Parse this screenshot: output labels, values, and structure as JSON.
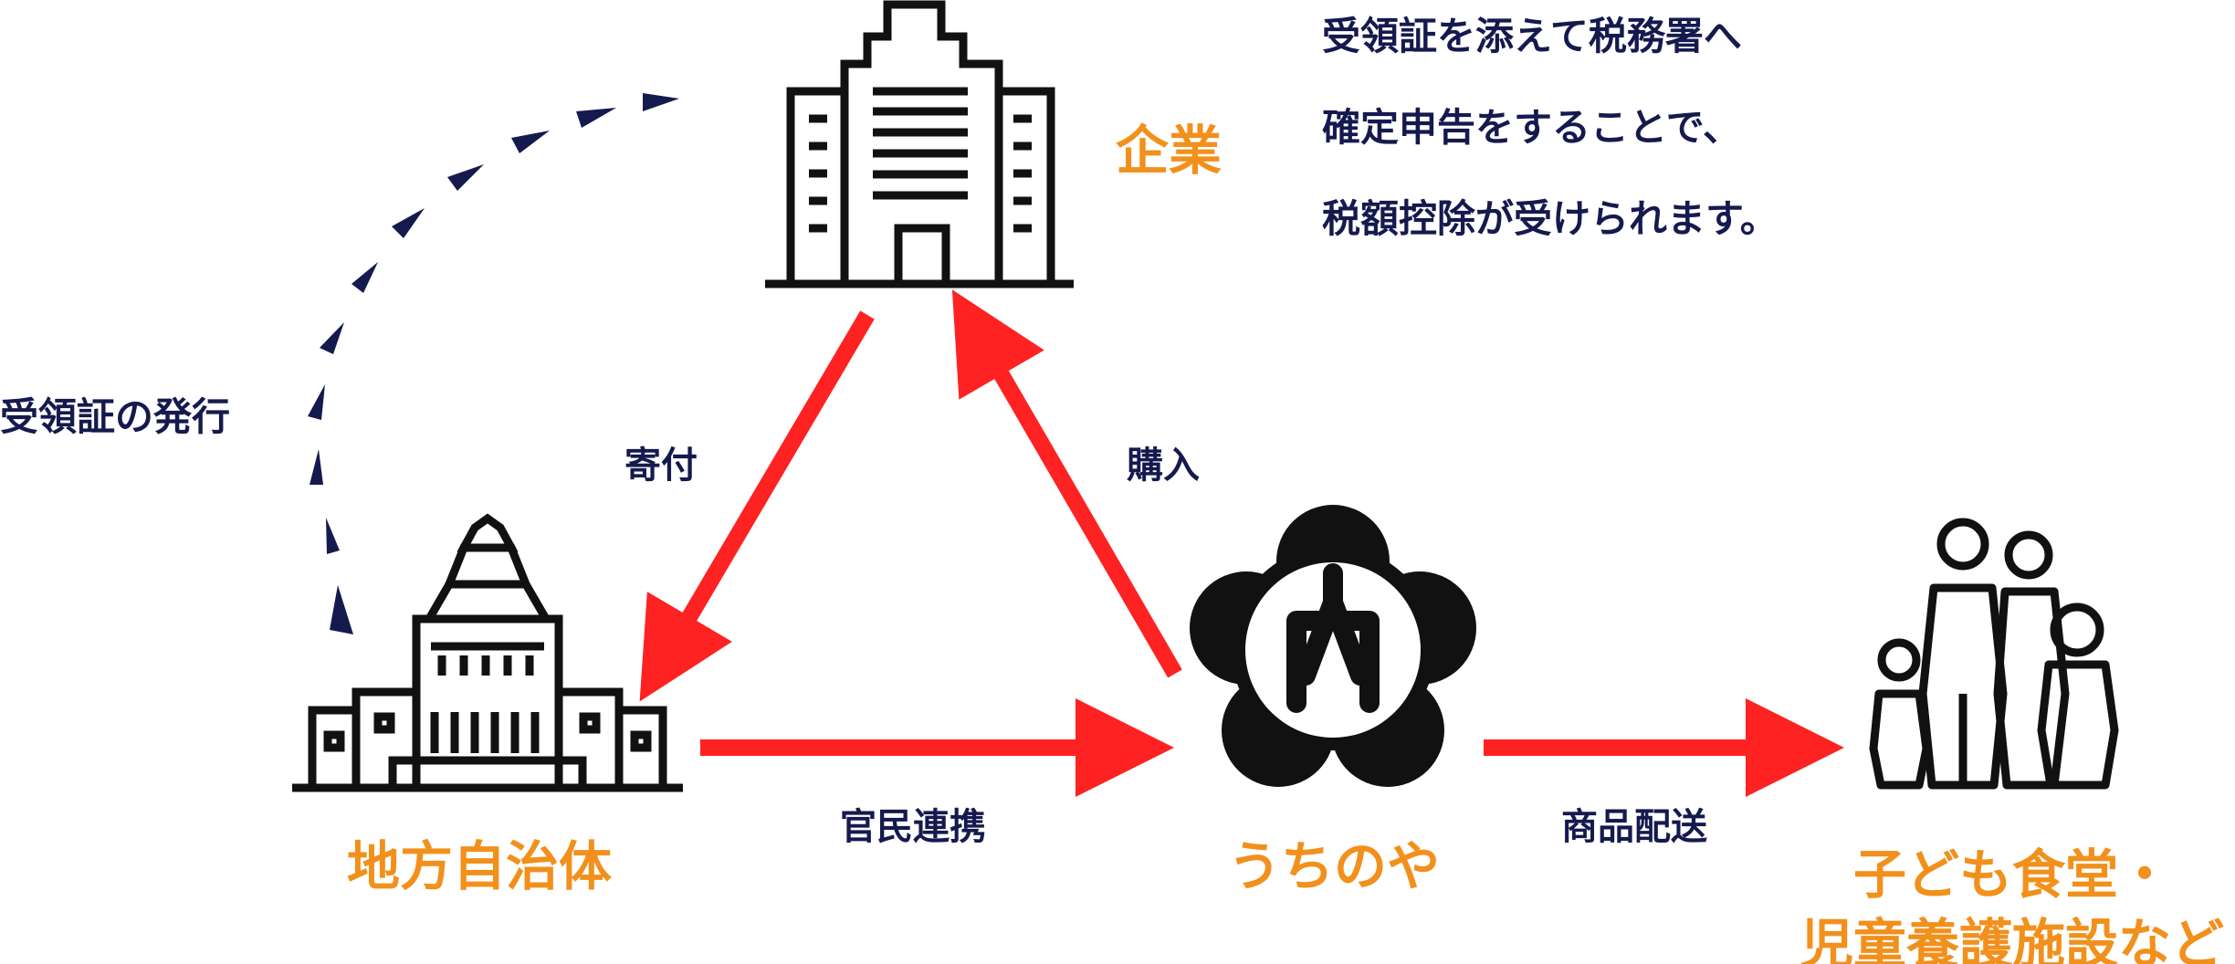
{
  "note": {
    "line1": "受領証を添えて税務署へ",
    "line2": "確定申告をすることで、",
    "line3": "税額控除が受けられます。"
  },
  "nodes": {
    "company": "企業",
    "local_government": "地方自治体",
    "uchinoya": "うちのや",
    "kodomo_line1": "子ども食堂・",
    "kodomo_line2": "児童養護施設など"
  },
  "edges": {
    "receipt_issue": "受領証の発行",
    "donation": "寄付",
    "purchase": "購入",
    "public_private": "官民連携",
    "delivery": "商品配送"
  },
  "icons": {
    "company": "office-building-icon",
    "local_government": "government-building-icon",
    "uchinoya": "plum-crest-logo-icon",
    "kodomo": "family-icon"
  },
  "colors": {
    "arrow_red": "#ff2222",
    "navy": "#151a4e",
    "orange": "#f2901c",
    "icon_black": "#111111"
  }
}
